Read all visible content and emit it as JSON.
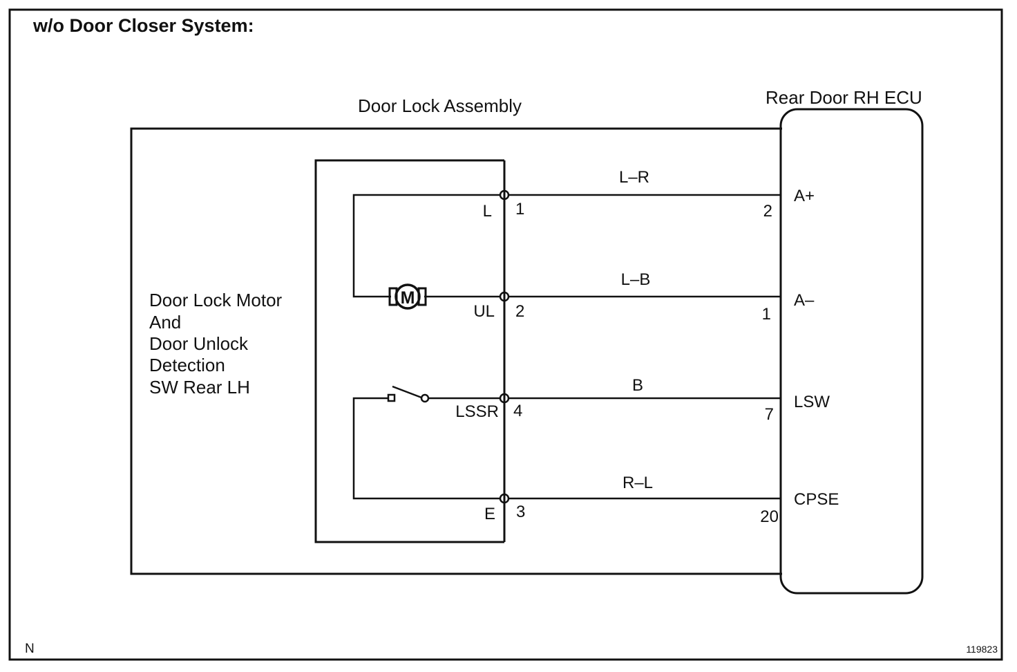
{
  "title": "w/o Door Closer System:",
  "assembly_label": "Door Lock Assembly",
  "ecu_label": "Rear Door RH ECU",
  "component_label": [
    "Door Lock Motor",
    "And",
    "Door Unlock",
    "Detection",
    "SW Rear LH"
  ],
  "motor_symbol": "M",
  "wires": [
    {
      "color_code": "L–R",
      "assembly_terminal_name": "L",
      "assembly_pin": "1",
      "ecu_pin": "2",
      "ecu_terminal": "A+"
    },
    {
      "color_code": "L–B",
      "assembly_terminal_name": "UL",
      "assembly_pin": "2",
      "ecu_pin": "1",
      "ecu_terminal": "A–"
    },
    {
      "color_code": "B",
      "assembly_terminal_name": "LSSR",
      "assembly_pin": "4",
      "ecu_pin": "7",
      "ecu_terminal": "LSW"
    },
    {
      "color_code": "R–L",
      "assembly_terminal_name": "E",
      "assembly_pin": "3",
      "ecu_pin": "20",
      "ecu_terminal": "CPSE"
    }
  ],
  "corner_left": "N",
  "figure_id": "119823"
}
